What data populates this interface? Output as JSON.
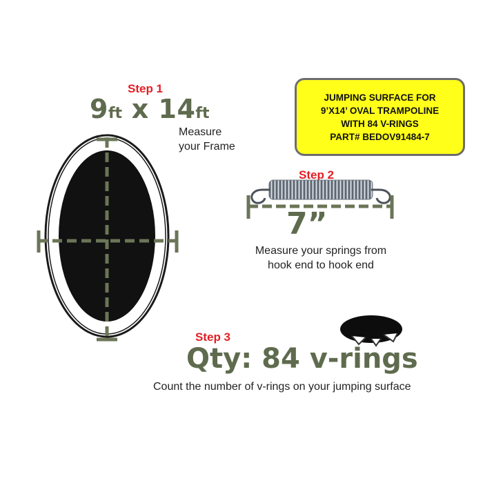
{
  "step1": {
    "label": "Step 1",
    "dim_a": "9",
    "unit_a": "ft",
    "separator": " x ",
    "dim_b": "14",
    "unit_b": "ft",
    "note_line1": "Measure",
    "note_line2": "your Frame"
  },
  "info_box": {
    "line1": "JUMPING SURFACE FOR",
    "line2": "9’X14’ OVAL TRAMPOLINE",
    "line3": "WITH 84 V-RINGS",
    "line4": "PART# BEDOV91484-7",
    "bg_color": "#ffff1a"
  },
  "step2": {
    "label": "Step 2",
    "spring_length": "7”",
    "note_line1": "Measure your springs from",
    "note_line2": "hook end to hook end"
  },
  "step3": {
    "label": "Step 3",
    "qty_text": "Qty: 84 v-rings",
    "note": "Count the number of v-rings on your jumping surface"
  },
  "colors": {
    "step_red": "#e31e24",
    "olive": "#5f6b4e",
    "mat_black": "#111111"
  }
}
